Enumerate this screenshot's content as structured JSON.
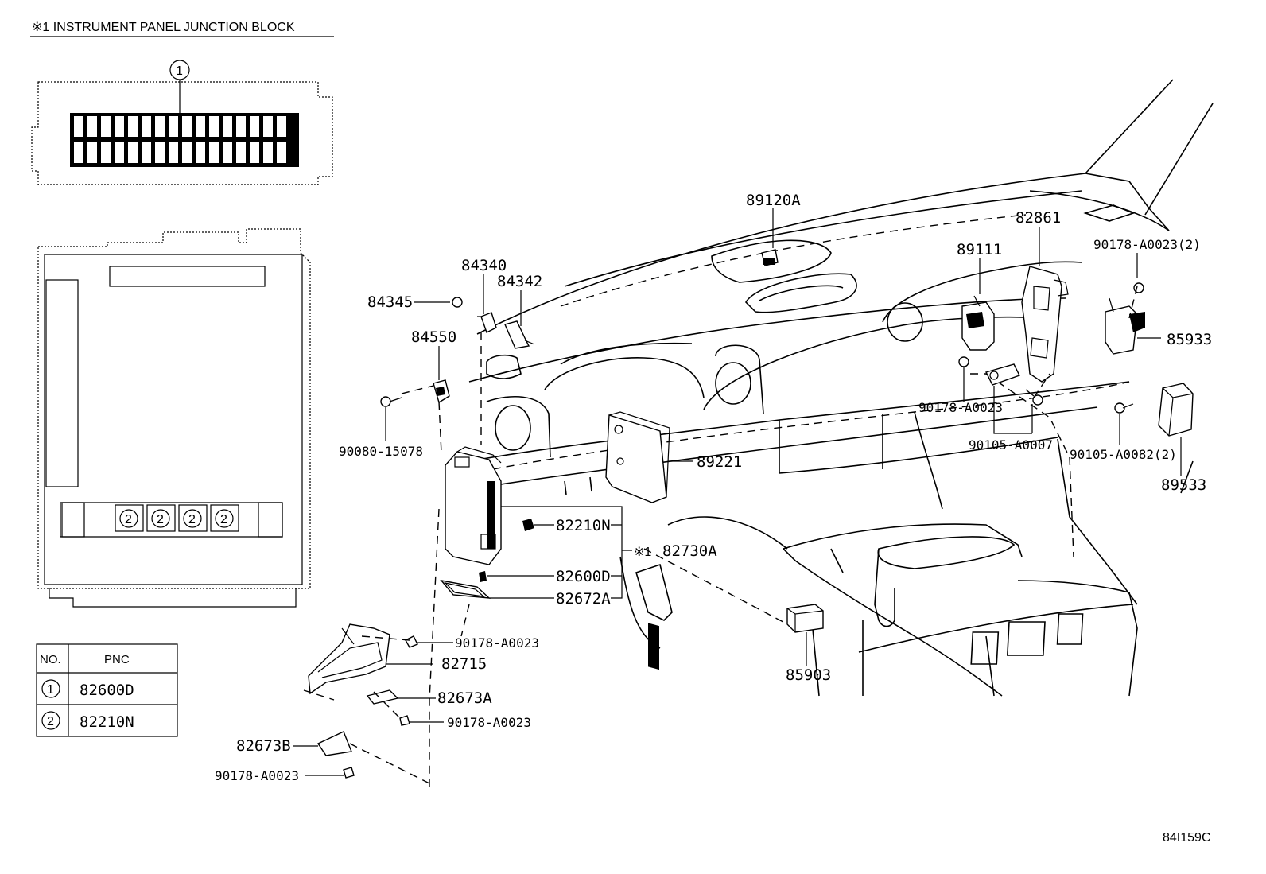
{
  "header": {
    "title": "※1 INSTRUMENT PANEL JUNCTION BLOCK"
  },
  "diagram_ref": "84I159C",
  "inset": {
    "connector_callout": "1",
    "fuse_callout": "2"
  },
  "table": {
    "headers": [
      "NO.",
      "PNC"
    ],
    "rows": [
      {
        "no": "1",
        "pnc": "82600D"
      },
      {
        "no": "2",
        "pnc": "82210N"
      }
    ]
  },
  "parts": [
    {
      "id": "89120A",
      "label": "89120A"
    },
    {
      "id": "82861",
      "label": "82861"
    },
    {
      "id": "89111",
      "label": "89111"
    },
    {
      "id": "90178-A0023-2-top",
      "label": "90178-A0023(2)"
    },
    {
      "id": "85933",
      "label": "85933"
    },
    {
      "id": "84340",
      "label": "84340"
    },
    {
      "id": "84342",
      "label": "84342"
    },
    {
      "id": "84345",
      "label": "84345"
    },
    {
      "id": "84550",
      "label": "84550"
    },
    {
      "id": "90080-15078",
      "label": "90080-15078"
    },
    {
      "id": "89221",
      "label": "89221"
    },
    {
      "id": "90178-A0023-mid",
      "label": "90178-A0023"
    },
    {
      "id": "90105-A0007",
      "label": "90105-A0007"
    },
    {
      "id": "90105-A0082-2",
      "label": "90105-A0082(2)"
    },
    {
      "id": "89533",
      "label": "89533"
    },
    {
      "id": "82210N",
      "label": "82210N"
    },
    {
      "id": "82730A",
      "label": "82730A"
    },
    {
      "id": "82730A-note",
      "label": "※1"
    },
    {
      "id": "82600D",
      "label": "82600D"
    },
    {
      "id": "82672A",
      "label": "82672A"
    },
    {
      "id": "90178-A0023-a",
      "label": "90178-A0023"
    },
    {
      "id": "82715",
      "label": "82715"
    },
    {
      "id": "82673A",
      "label": "82673A"
    },
    {
      "id": "90178-A0023-b",
      "label": "90178-A0023"
    },
    {
      "id": "82673B",
      "label": "82673B"
    },
    {
      "id": "90178-A0023-c",
      "label": "90178-A0023"
    },
    {
      "id": "85903",
      "label": "85903"
    }
  ]
}
